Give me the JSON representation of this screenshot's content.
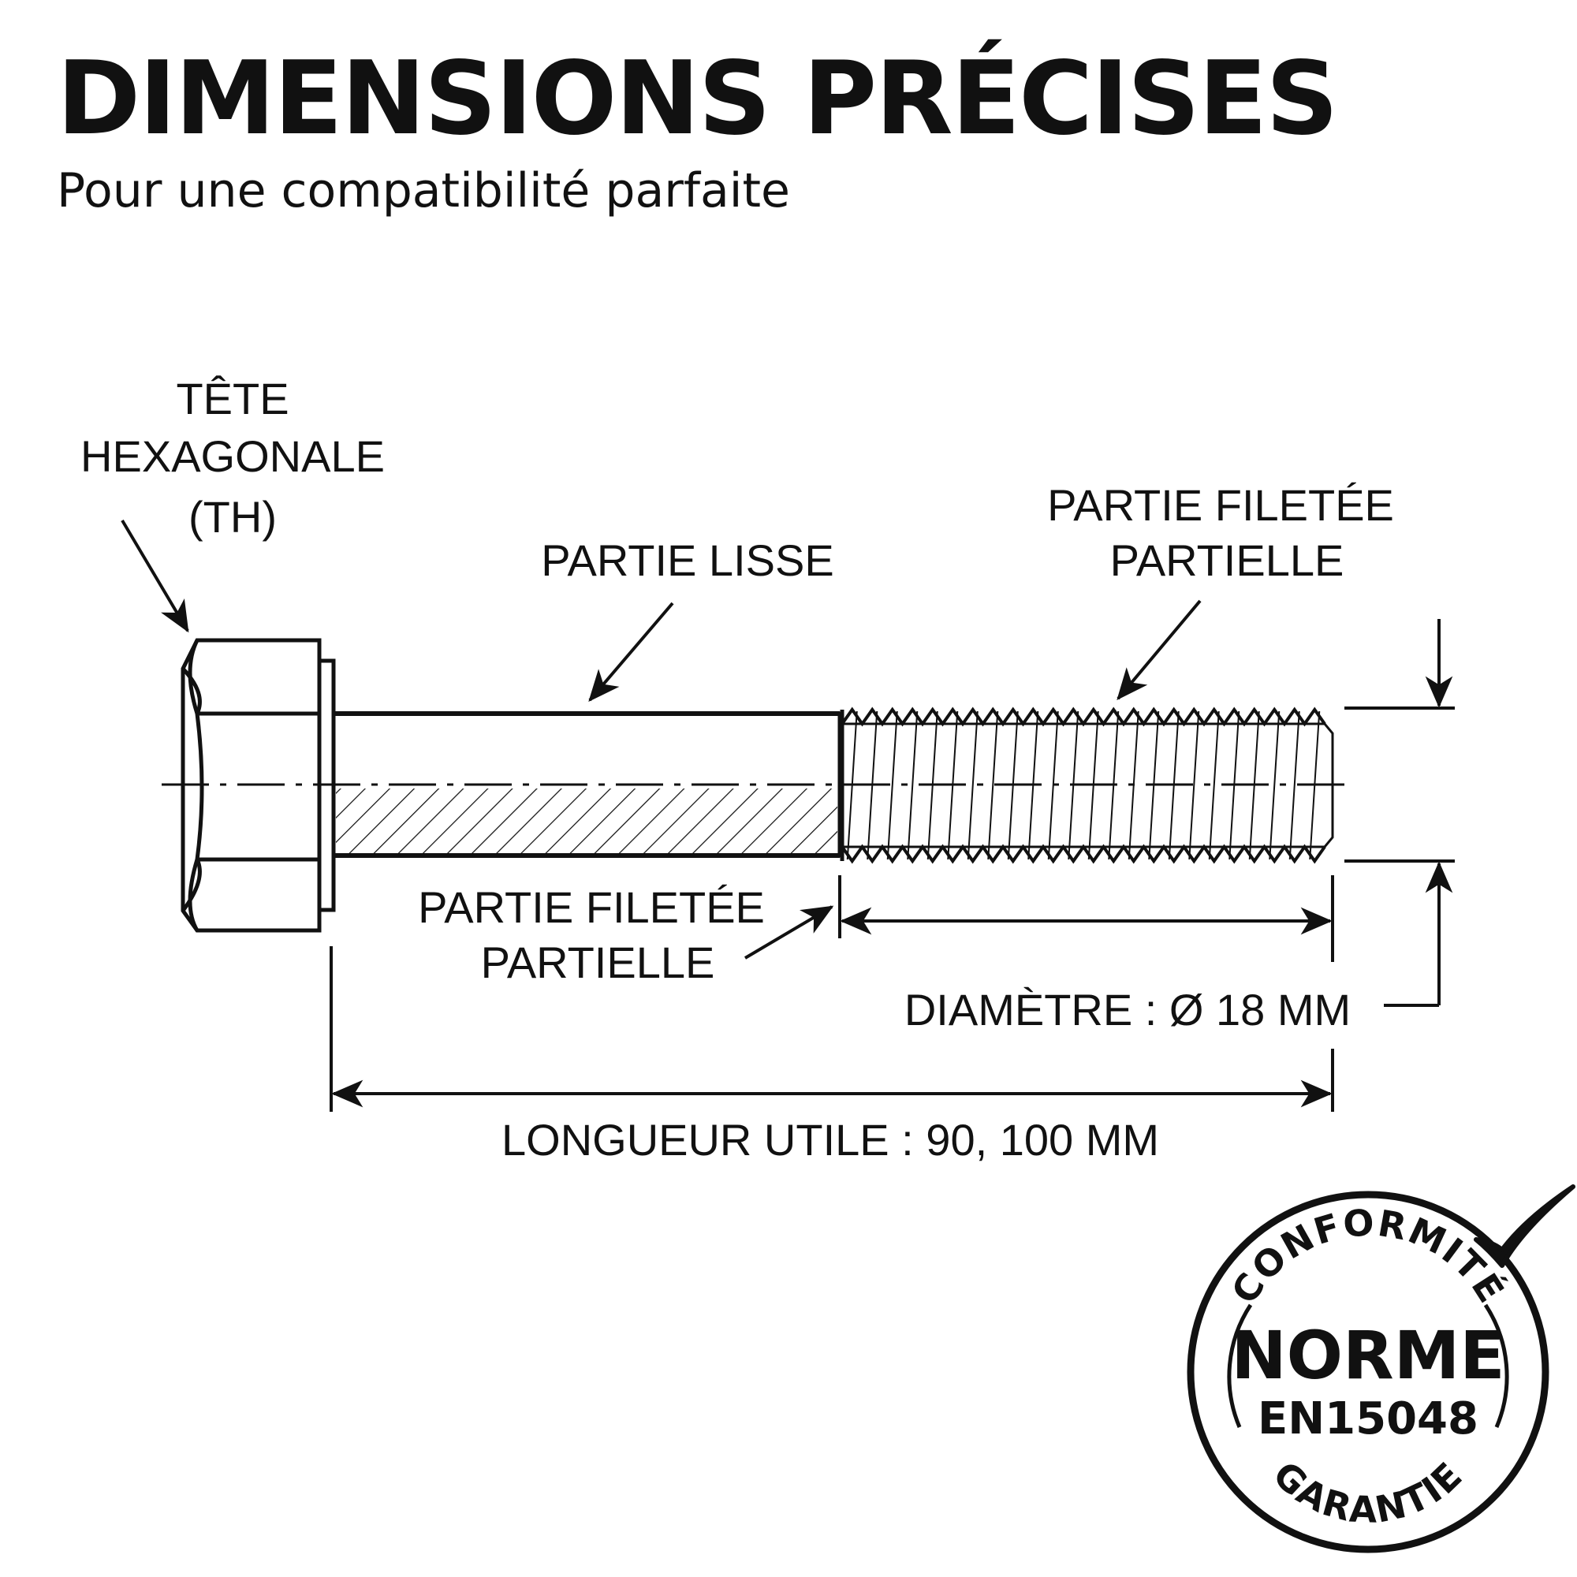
{
  "header": {
    "title": "DIMENSIONS PRÉCISES",
    "subtitle": "Pour une compatibilité parfaite"
  },
  "labels": {
    "head_line1": "TÊTE",
    "head_line2": "HEXAGONALE",
    "head_line3": "(TH)",
    "smooth_part": "PARTIE LISSE",
    "thread_top_line1": "PARTIE FILETÉE",
    "thread_top_line2": "PARTIELLE",
    "thread_bottom_line1": "PARTIE FILETÉE",
    "thread_bottom_line2": "PARTIELLE",
    "diameter": "DIAMÈTRE : Ø 18 MM",
    "length": "LONGUEUR UTILE : 90, 100 MM"
  },
  "stamp": {
    "top_arc": "CONFORMITÉ",
    "main": "NORME",
    "code": "EN15048",
    "bottom_arc": "GARANTIE"
  },
  "colors": {
    "ink": "#111111",
    "background": "#ffffff"
  }
}
